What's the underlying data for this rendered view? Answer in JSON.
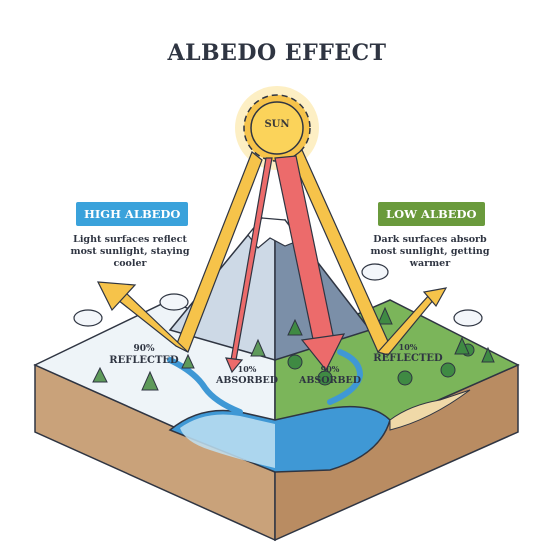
{
  "title": "ALBEDO EFFECT",
  "sun_label": "SUN",
  "high_albedo": {
    "badge": "HIGH ALBEDO",
    "badge_color": "#3aa2db",
    "description": "Light surfaces reflect most sunlight, staying cooler",
    "reflected_pct": "90%",
    "reflected_label": "REFLECTED",
    "absorbed_pct": "10%",
    "absorbed_label": "ABSORBED"
  },
  "low_albedo": {
    "badge": "LOW ALBEDO",
    "badge_color": "#6a9a3c",
    "description": "Dark surfaces absorb most sunlight, getting warmer",
    "reflected_pct": "10%",
    "reflected_label": "REFLECTED",
    "absorbed_pct": "90%",
    "absorbed_label": "ABSORBED"
  },
  "colors": {
    "incoming_arrow": "#f6c34a",
    "absorbed_arrow": "#ec6b6b",
    "snow": "#eef4f8",
    "grass": "#7bb55a",
    "water": "#3f98d5",
    "soil": "#c9a27a"
  }
}
